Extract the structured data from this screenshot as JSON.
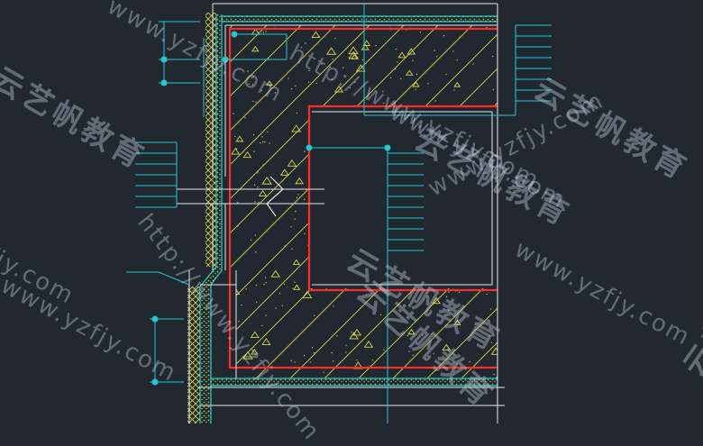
{
  "drawing": {
    "type": "CAD detail drawing",
    "background_color": "#212830",
    "layer_colors": {
      "structure_line": "#e6e6e6",
      "concrete_hatch": "#d8d848",
      "waterproofing": "#ff2a2a",
      "protective_layer": "#20d0c8",
      "dimension_lines": "#22c8d0",
      "insulation_hatch": "#e0e040"
    }
  },
  "watermarks": [
    {
      "text": "www.yzfjy.com",
      "kind": "url"
    },
    {
      "text": "http://www.yzfjy.com",
      "kind": "url"
    },
    {
      "text": "云艺帆教育",
      "kind": "cn"
    },
    {
      "text": "云艺帆教育",
      "kind": "cn"
    },
    {
      "text": "http://www.yzfjy.com",
      "kind": "url"
    },
    {
      "text": "www.yzfjy.com",
      "kind": "url"
    },
    {
      "text": "云艺帆教育",
      "kind": "cn"
    },
    {
      "text": "www.yzfjy.com",
      "kind": "url"
    },
    {
      "text": "fjy.com",
      "kind": "url"
    },
    {
      "text": "云艺帆教育",
      "kind": "cn"
    },
    {
      "text": "www.yzfjy.com",
      "kind": "url"
    },
    {
      "text": "云艺帆教育",
      "kind": "cn"
    },
    {
      "text": "云艺",
      "kind": "cn"
    },
    {
      "text": "www.yzfjy.com",
      "kind": "url"
    }
  ]
}
